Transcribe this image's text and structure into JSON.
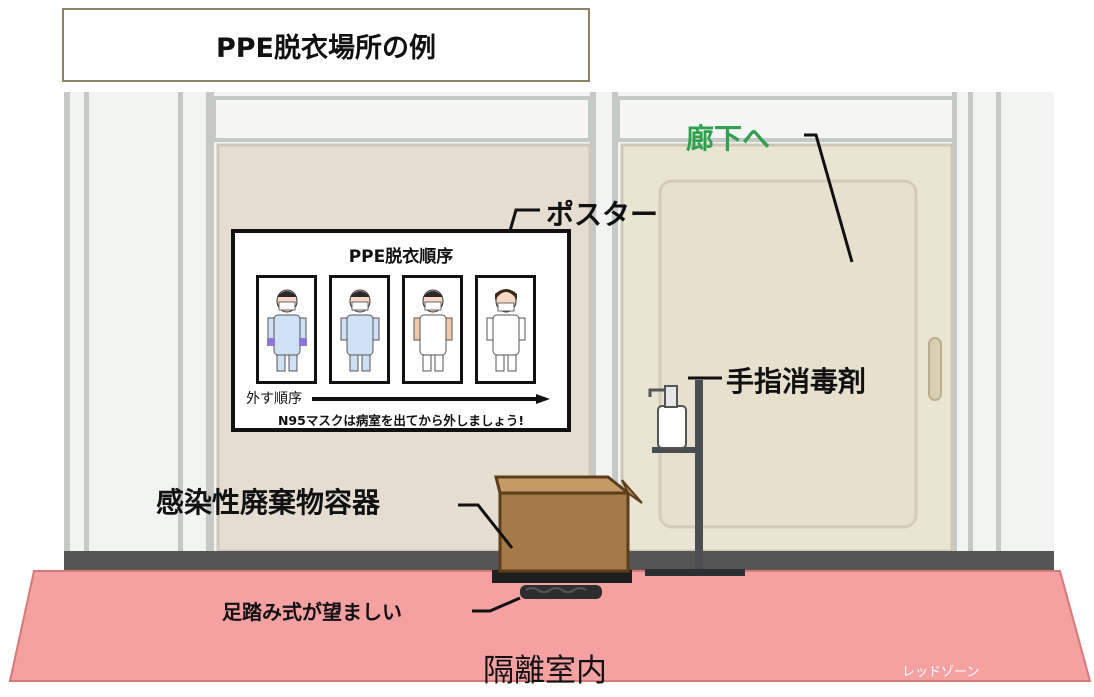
{
  "title": "PPE脱衣場所の例",
  "poster": {
    "title": "PPE脱衣順序",
    "order_label": "外す順序",
    "note": "N95マスクは病室を出てから外しましょう!"
  },
  "labels": {
    "poster": "ポスター",
    "corridor": "廊下へ",
    "sanitizer": "手指消毒剤",
    "waste_container": "感染性廃棄物容器",
    "pedal": "足踏み式が望ましい",
    "room": "隔離室内",
    "zone": "レッドゾーン"
  },
  "colors": {
    "floor": "#f6a1a1",
    "corridor_label": "#2fa14e",
    "door": "#eae4d3",
    "wall": "#f2f4f2"
  }
}
